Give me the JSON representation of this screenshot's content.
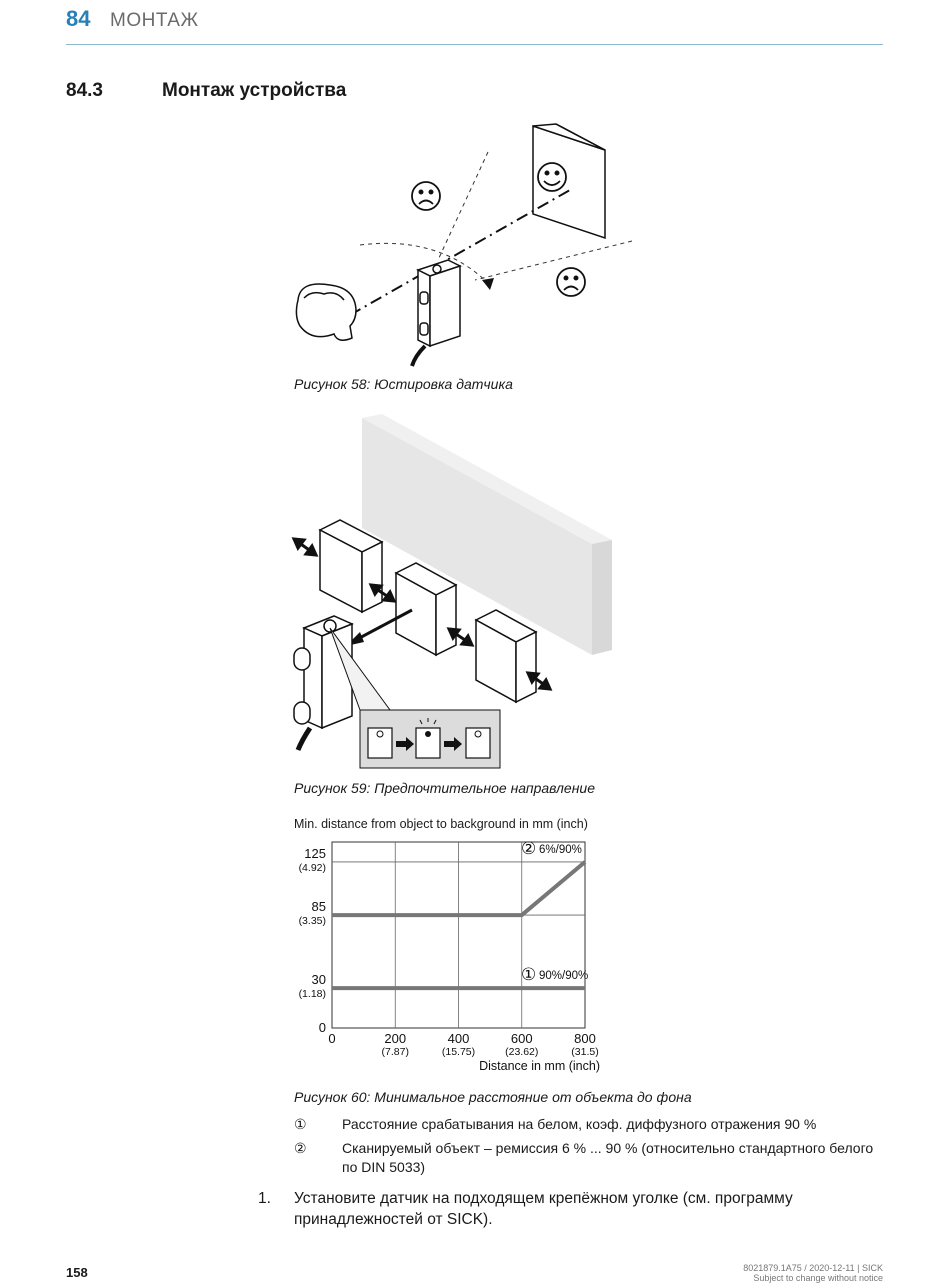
{
  "header": {
    "chapter_number": "84",
    "chapter_title": "МОНТАЖ"
  },
  "section": {
    "number": "84.3",
    "title": "Монтаж устройства"
  },
  "figures": {
    "fig58_caption": "Рисунок 58: Юстировка датчика",
    "fig59_caption": "Рисунок 59: Предпочтительное направление",
    "fig60_caption": "Рисунок 60: Минимальное расстояние от объекта до фона"
  },
  "chart_data": {
    "type": "line",
    "title": "Min. distance from object to background in mm (inch)",
    "xlabel": "Distance in mm (inch)",
    "xlim": [
      0,
      800
    ],
    "ylim": [
      0,
      140
    ],
    "x_ticks": [
      {
        "value": 0,
        "label": "0",
        "sub": ""
      },
      {
        "value": 200,
        "label": "200",
        "sub": "(7.87)"
      },
      {
        "value": 400,
        "label": "400",
        "sub": "(15.75)"
      },
      {
        "value": 600,
        "label": "600",
        "sub": "(23.62)"
      },
      {
        "value": 800,
        "label": "800",
        "sub": "(31.5)"
      }
    ],
    "y_ticks": [
      {
        "value": 0,
        "label": "0",
        "sub": ""
      },
      {
        "value": 30,
        "label": "30",
        "sub": "(1.18)"
      },
      {
        "value": 85,
        "label": "85",
        "sub": "(3.35)"
      },
      {
        "value": 125,
        "label": "125",
        "sub": "(4.92)"
      }
    ],
    "grid": true,
    "series": [
      {
        "name": "90%/90%",
        "marker": "①",
        "color": "#777777",
        "points": [
          {
            "x": 0,
            "y": 30
          },
          {
            "x": 800,
            "y": 30
          }
        ]
      },
      {
        "name": "6%/90%",
        "marker": "②",
        "color": "#777777",
        "points": [
          {
            "x": 0,
            "y": 85
          },
          {
            "x": 600,
            "y": 85
          },
          {
            "x": 800,
            "y": 125
          }
        ]
      }
    ]
  },
  "legend": [
    {
      "symbol": "①",
      "text": "Расстояние срабатывания на белом, коэф. диффузного отражения 90 %"
    },
    {
      "symbol": "②",
      "text": "Сканируемый объект – ремиссия 6 % ... 90 % (относительно стандартного белого по DIN 5033)"
    }
  ],
  "steps": [
    {
      "number": "1.",
      "text": "Установите датчик на подходящем крепёжном уголке (см. программу принадлежностей от SICK)."
    }
  ],
  "footer": {
    "page_number": "158",
    "doc_line": "8021879.1A75 / 2020-12-11 | SICK",
    "notice": "Subject to change without notice"
  }
}
